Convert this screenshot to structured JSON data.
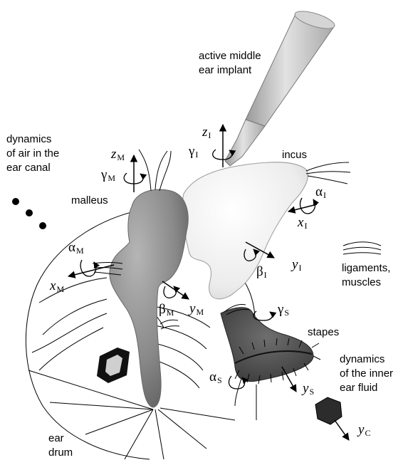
{
  "labels": {
    "implant": "active middle\near implant",
    "air_canal": "dynamics\nof air in the\near canal",
    "incus": "incus",
    "malleus": "malleus",
    "ligaments": "ligaments,\nmuscles",
    "stapes": "stapes",
    "inner_fluid": "dynamics\nof the inner\near fluid",
    "ear_drum": "ear\ndrum"
  },
  "symbols": {
    "z_M": {
      "base": "z",
      "sub": "M"
    },
    "gamma_M": {
      "base": "γ",
      "sub": "M"
    },
    "z_I": {
      "base": "z",
      "sub": "I"
    },
    "gamma_I": {
      "base": "γ",
      "sub": "I"
    },
    "alpha_I": {
      "base": "α",
      "sub": "I"
    },
    "x_I": {
      "base": "x",
      "sub": "I"
    },
    "beta_I": {
      "base": "β",
      "sub": "I"
    },
    "y_I": {
      "base": "y",
      "sub": "I"
    },
    "alpha_M": {
      "base": "α",
      "sub": "M"
    },
    "x_M": {
      "base": "x",
      "sub": "M"
    },
    "beta_M": {
      "base": "β",
      "sub": "M"
    },
    "y_M": {
      "base": "y",
      "sub": "M"
    },
    "gamma_S": {
      "base": "γ",
      "sub": "S"
    },
    "alpha_S": {
      "base": "α",
      "sub": "S"
    },
    "y_S": {
      "base": "y",
      "sub": "S"
    },
    "y_C": {
      "base": "y",
      "sub": "C"
    }
  },
  "colors": {
    "bone_light": "#f4f4f4",
    "bone_mid": "#8c8c8c",
    "bone_dark": "#4a4a4a",
    "implant": "#c8c8c8",
    "line": "#000000"
  }
}
